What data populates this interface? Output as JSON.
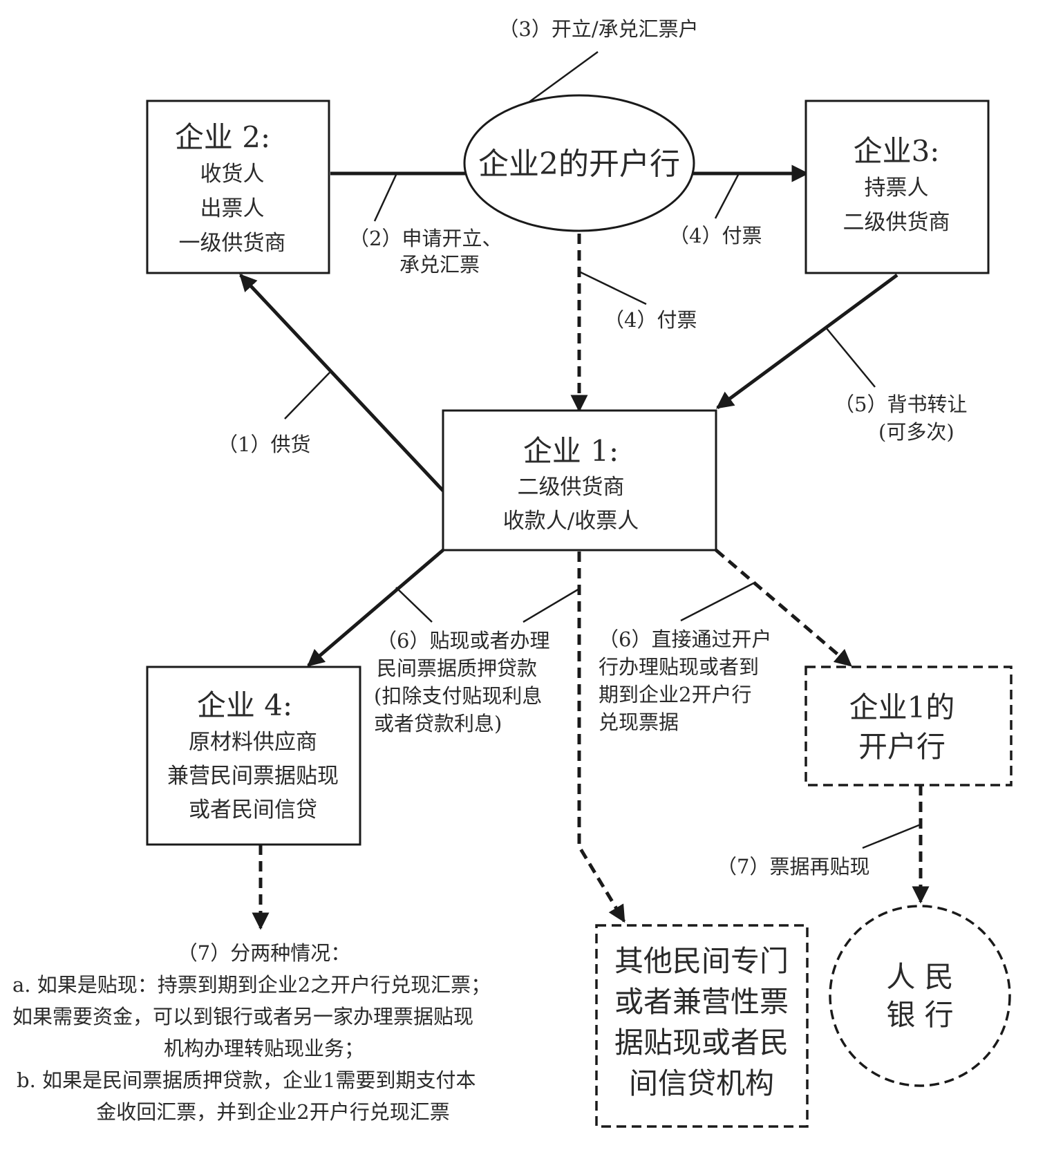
{
  "nodes": {
    "enterprise2": {
      "title": "企业 2:",
      "lines": [
        "收货人",
        "出票人",
        "一级供货商"
      ]
    },
    "bank2": {
      "label": "企业2的开户行"
    },
    "enterprise3": {
      "title": "企业3:",
      "lines": [
        "持票人",
        "二级供货商"
      ]
    },
    "enterprise1": {
      "title": "企业 1:",
      "lines": [
        "二级供货商",
        "收款人/收票人"
      ]
    },
    "enterprise4": {
      "title": "企业 4:",
      "lines": [
        "原材料供应商",
        "兼营民间票据贴现",
        "或者民间信贷"
      ]
    },
    "bank1": {
      "lines": [
        "企业1的",
        "开户行"
      ]
    },
    "pboc": {
      "lines": [
        "人 民",
        "银 行"
      ]
    },
    "other": {
      "lines": [
        "其他民间专门",
        "或者兼营性票",
        "据贴现或者民",
        "间信贷机构"
      ]
    }
  },
  "edges": {
    "e3": {
      "label": "（3）开立/承兑汇票户"
    },
    "e2": {
      "lines": [
        "（2）申请开立、",
        "承兑汇票"
      ]
    },
    "e4a": {
      "label": "（4）付票"
    },
    "e4b": {
      "label": "（4）付票"
    },
    "e1": {
      "label": "（1）供货"
    },
    "e5": {
      "lines": [
        "（5）背书转让",
        "(可多次)"
      ]
    },
    "e6a": {
      "lines": [
        "（6）贴现或者办理",
        "民间票据质押贷款",
        "(扣除支付贴现利息",
        "或者贷款利息)"
      ]
    },
    "e6b": {
      "lines": [
        "（6）直接通过开户",
        "行办理贴现或者到",
        "期到企业2开户行",
        "兑现票据"
      ]
    },
    "e7": {
      "label": "（7）票据再贴现"
    }
  },
  "note": {
    "title": "（7）分两种情况：",
    "lines": [
      "a. 如果是贴现：持票到期到企业2之开户行兑现汇票；",
      "如果需要资金，可以到银行或者另一家办理票据贴现",
      "机构办理转贴现业务；",
      "b. 如果是民间票据质押贷款，企业1需要到期支付本",
      "金收回汇票，并到企业2开户行兑现汇票"
    ]
  }
}
